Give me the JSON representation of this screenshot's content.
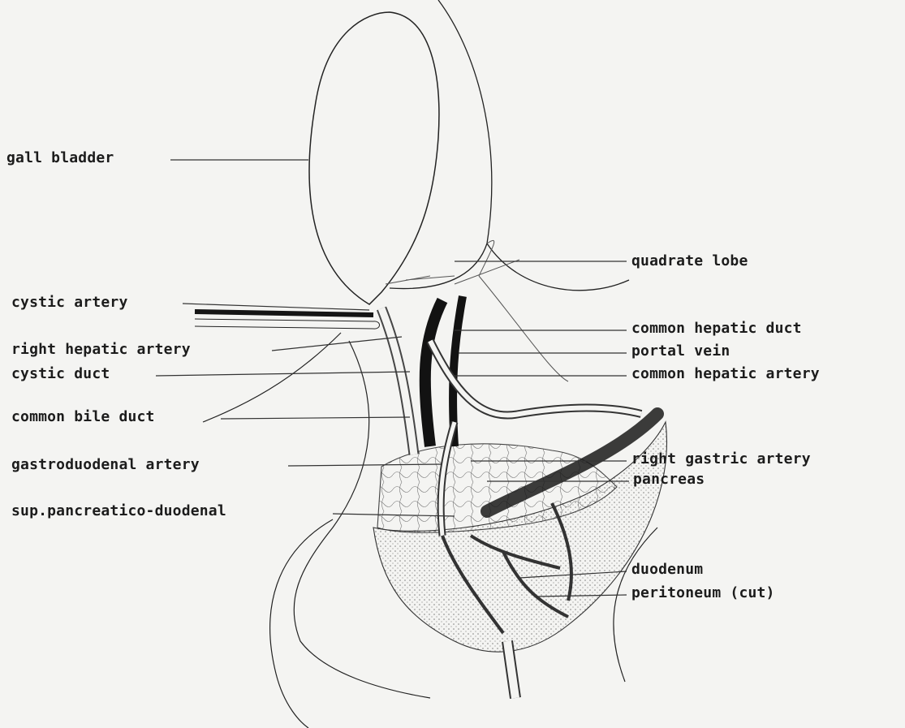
{
  "diagram": {
    "labels": {
      "gall_bladder": "gall bladder",
      "quadrate_lobe": "quadrate lobe",
      "cystic_artery": "cystic artery",
      "common_hepatic_duct": "common hepatic duct",
      "right_hepatic_artery": "right hepatic artery",
      "portal_vein": "portal vein",
      "cystic_duct": "cystic duct",
      "common_hepatic_artery": "common hepatic artery",
      "common_bile_duct": "common bile duct",
      "gastroduodenal_artery": "gastroduodenal artery",
      "right_gastric_artery": "right gastric artery",
      "pancreas": "pancreas",
      "sup_pancreatico_duodenal": "sup.pancreatico-duodenal",
      "duodenum": "duodenum",
      "peritoneum": "peritoneum (cut)"
    },
    "colors": {
      "paper": "#f4f4f2",
      "ink": "#1c1c1c",
      "vessel_dark": "#151515"
    }
  }
}
